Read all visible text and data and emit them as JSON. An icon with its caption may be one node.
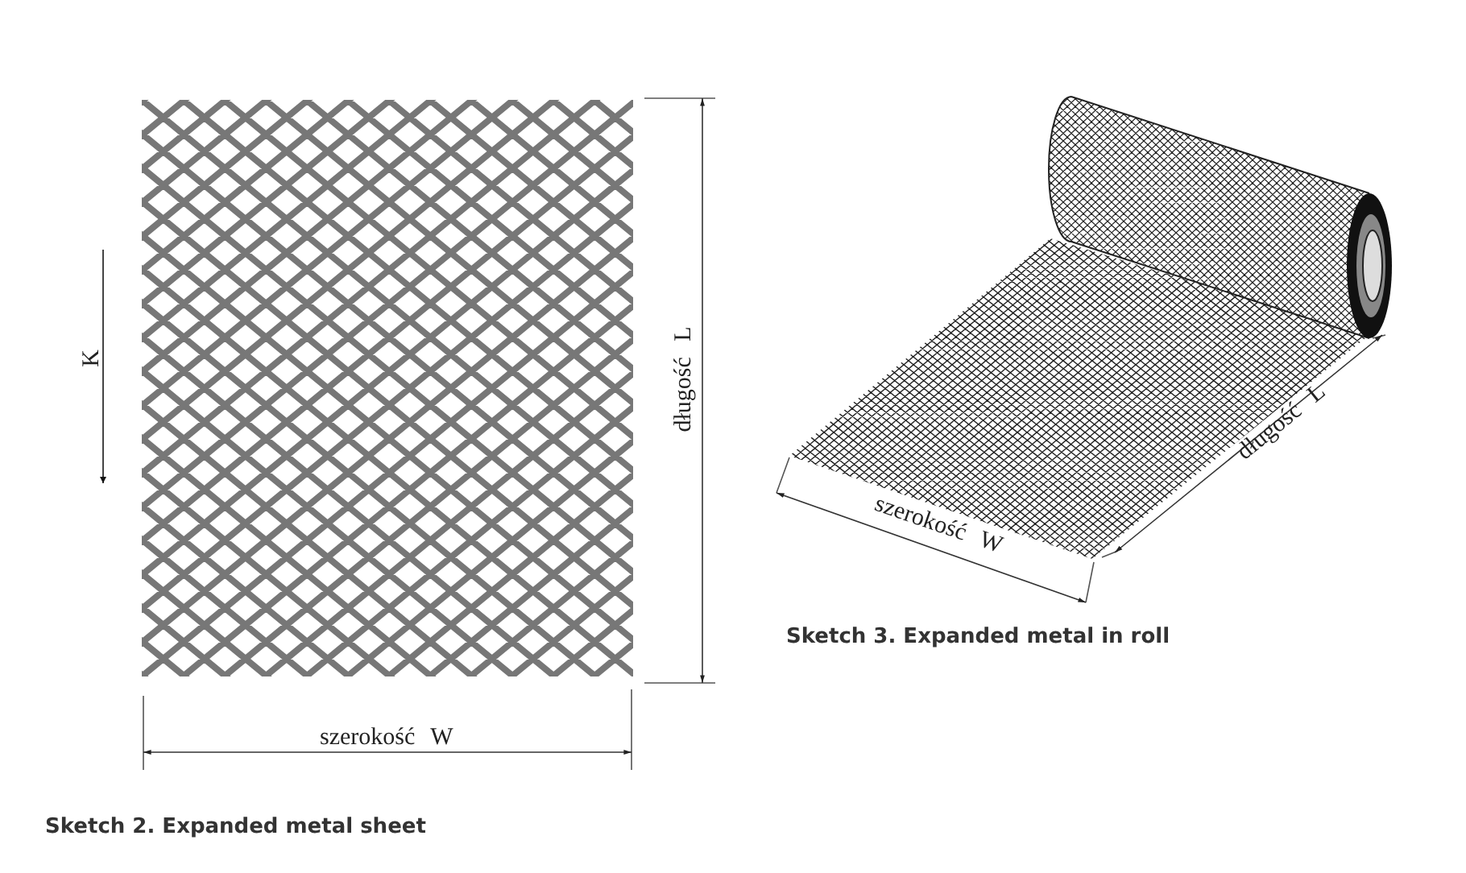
{
  "diagram": {
    "labels": [
      "K",
      "długość L",
      "szerokość W",
      "Sketch 2. Expanded metal sheet",
      "szerokość W",
      "długość L",
      "Sketch 3. Expanded metal in roll"
    ]
  }
}
